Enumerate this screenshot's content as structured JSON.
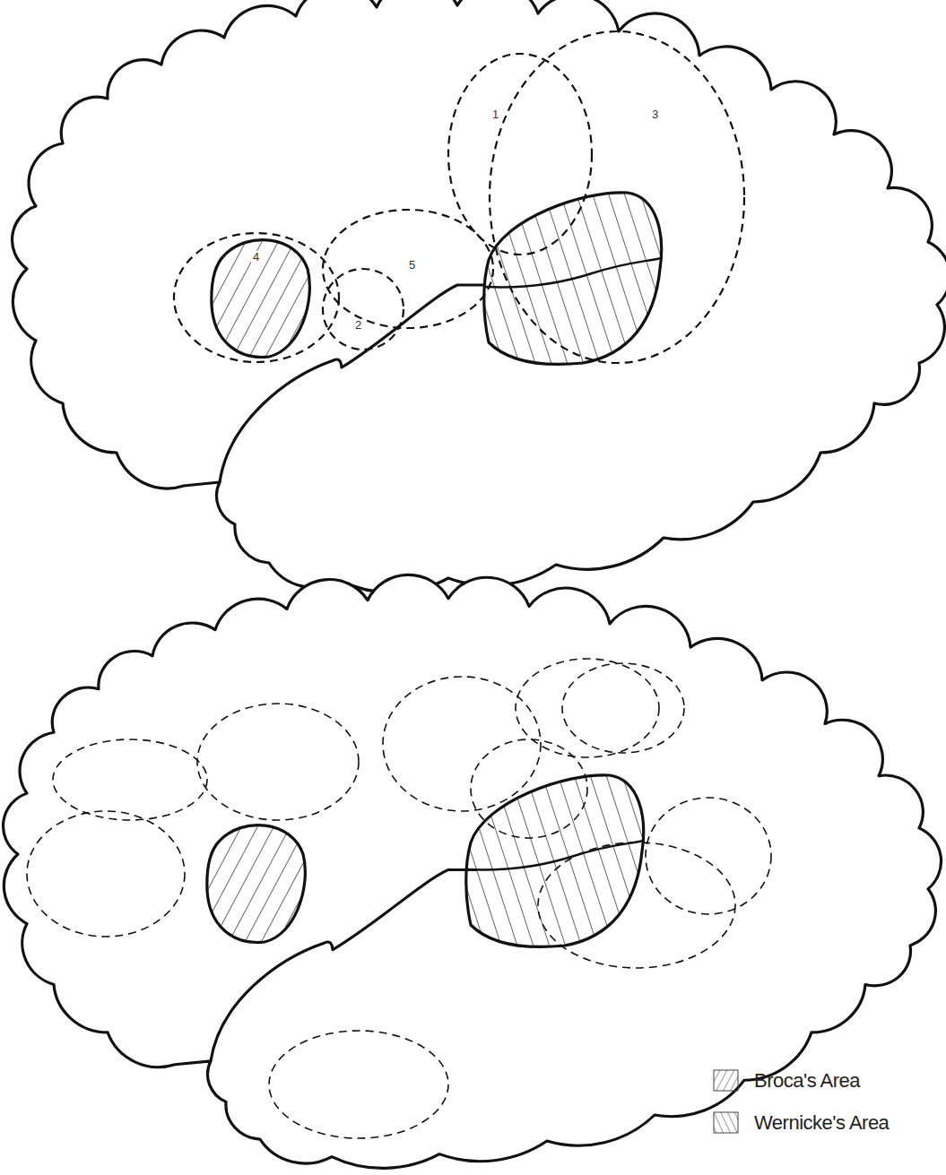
{
  "diagram": {
    "labels": [
      "1",
      "3",
      "4",
      "5",
      "2"
    ],
    "legend": [
      {
        "text": "Broca's Area"
      },
      {
        "text": "Wernicke's Area"
      }
    ]
  }
}
